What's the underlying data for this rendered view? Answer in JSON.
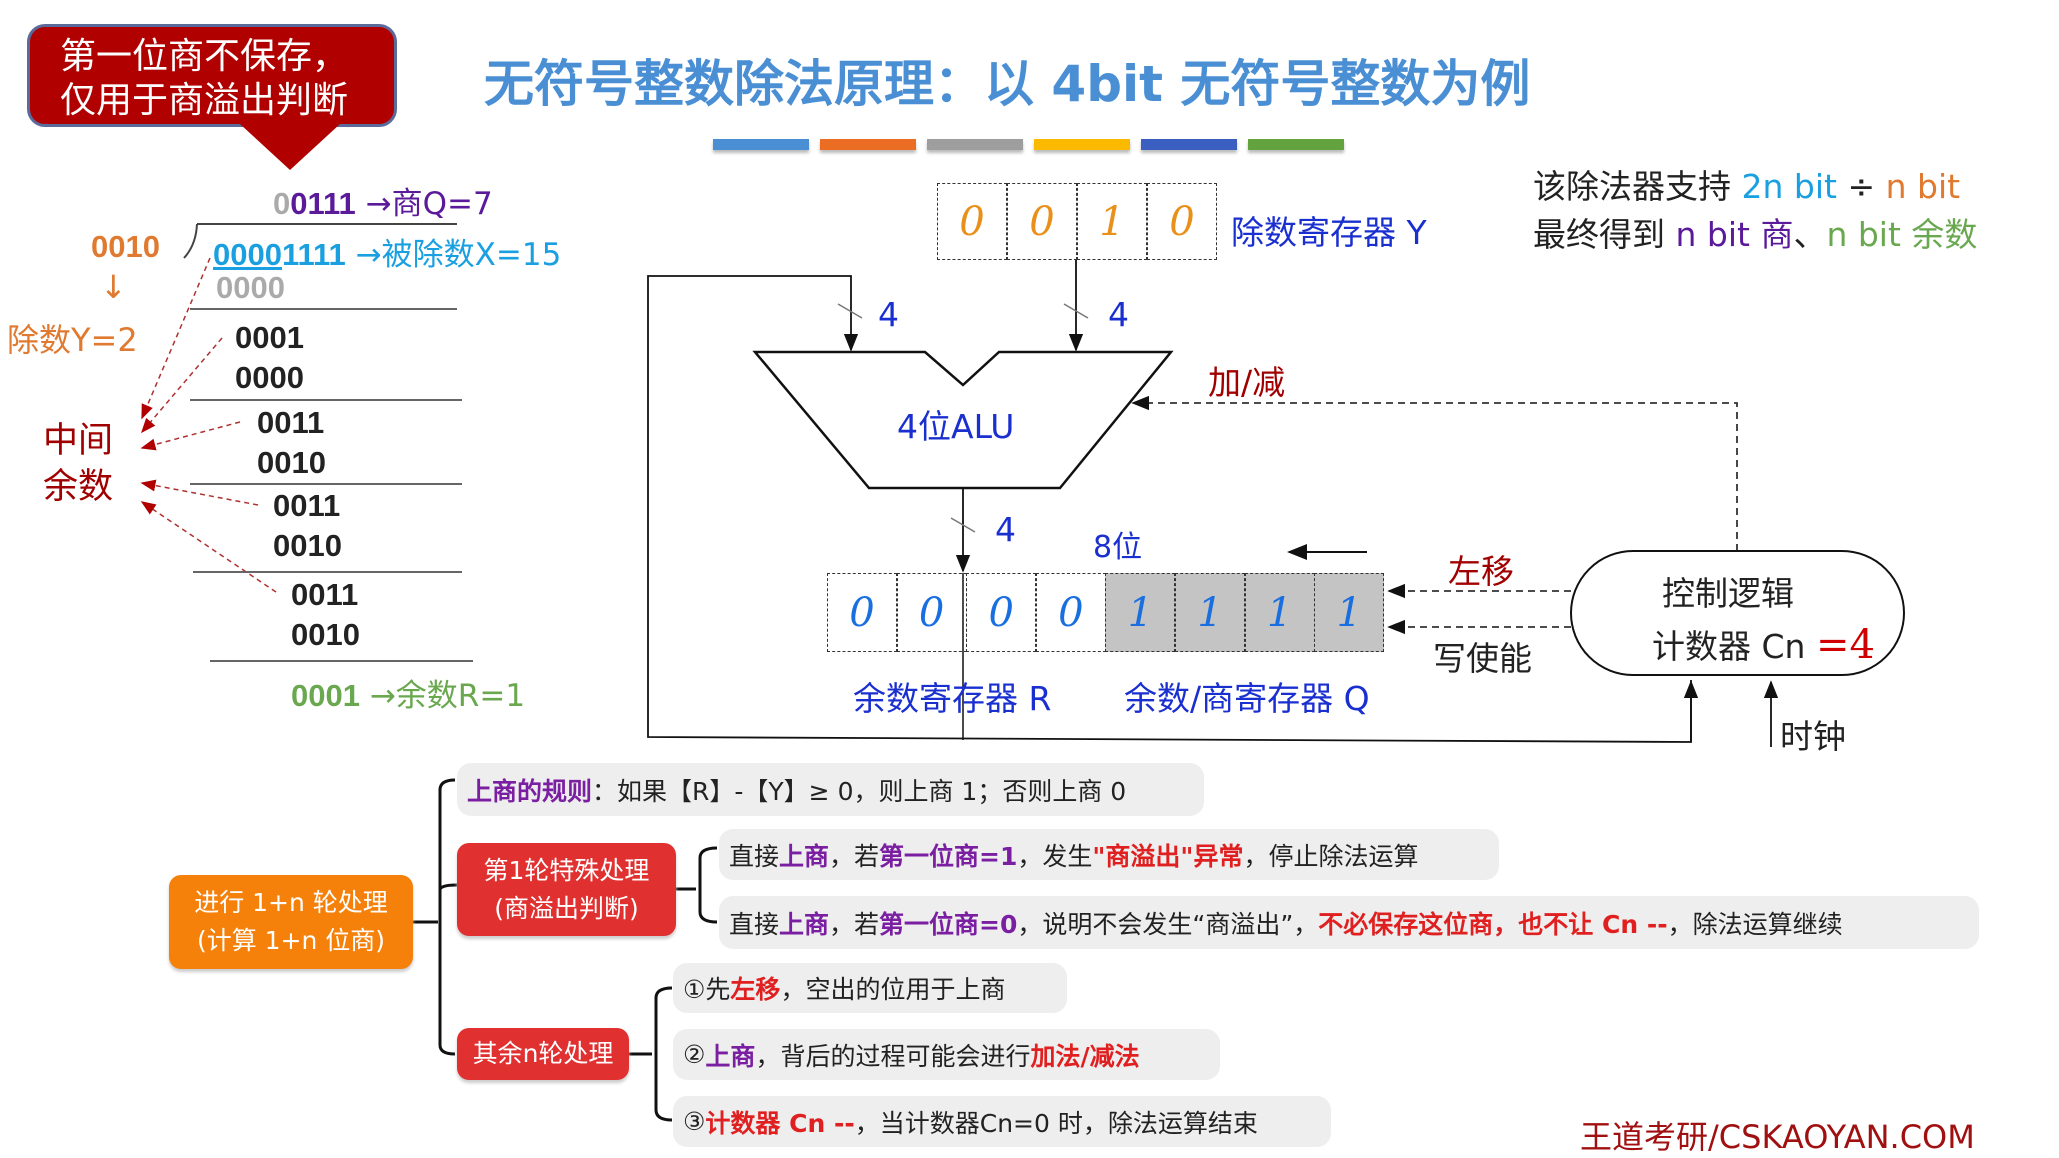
{
  "callout": {
    "line1": "第一位商不保存，",
    "line2": "仅用于商溢出判断"
  },
  "title": "无符号整数除法原理：以 4bit 无符号整数为例",
  "colors": {
    "title": "#4a8fd4",
    "bars": [
      "#4a8fd4",
      "#ea6d23",
      "#9e9e9e",
      "#fbb900",
      "#3a5fc0",
      "#62a33f"
    ],
    "divisor": "#e07a30",
    "dividend": "#1aa0e0",
    "quotient": "#5a1a9a",
    "remainder": "#6aa84f",
    "accent_red": "#e03030",
    "orange": "#f5800a"
  },
  "division": {
    "quotient_gray": "0",
    "quotient_bits": "0111",
    "quotient_label": "→商Q=7",
    "divisor_bits": "0010",
    "divisor_arrow": "↓",
    "divisor_label": "除数Y=2",
    "dividend_bits_u": "0000",
    "dividend_bits_rest": "1111",
    "dividend_label": "→被除数X=15",
    "steps": [
      "0000",
      "0001",
      "0000",
      "0011",
      "0010",
      "0011",
      "0010",
      "0011",
      "0010"
    ],
    "remainder_bits": "0001",
    "remainder_label": "→余数R=1",
    "middle_label1": "中间",
    "middle_label2": "余数"
  },
  "diagram": {
    "y_register": [
      "0",
      "0",
      "1",
      "0"
    ],
    "y_label": "除数寄存器 Y",
    "bus_width_left": "4",
    "bus_width_right": "4",
    "bus_width_out": "4",
    "alu_label": "4位ALU",
    "add_sub": "加/减",
    "bits8": "8位",
    "rq_register": [
      "0",
      "0",
      "0",
      "0",
      "1",
      "1",
      "1",
      "1"
    ],
    "r_label": "余数寄存器 R",
    "q_label": "余数/商寄存器 Q",
    "shift_left": "左移",
    "write_enable": "写使能",
    "control1": "控制逻辑",
    "control2": "计数器 Cn",
    "counter_value": "=4",
    "clock": "时钟"
  },
  "info": {
    "l1a": "该除法器支持 ",
    "l1b": "2n bit",
    "l1c": " ÷ ",
    "l1d": "n bit",
    "l2a": "最终得到 ",
    "l2b": "n bit 商",
    "l2c": "、",
    "l2d": "n bit 余数"
  },
  "mindmap": {
    "root1": "进行 1+n 轮处理",
    "root2": "(计算 1+n 位商)",
    "rule_a": "上商的规则",
    "rule_b": "：如果【R】-【Y】≥ 0，则上商 1；否则上商 0",
    "first1": "第1轮特殊处理",
    "first2": "(商溢出判断)",
    "f1": [
      "直接",
      "上商",
      "，若",
      "第一位商=1",
      "，发生",
      "\"商溢出\"异常",
      "，停止除法运算"
    ],
    "f2": [
      "直接",
      "上商",
      "，若",
      "第一位商=0",
      "，说明不会发生“商溢出”，",
      "不必保存这位商，也不让 Cn --",
      "，除法运算继续"
    ],
    "rest": "其余n轮处理",
    "r1": [
      "①先 ",
      "左移",
      "，空出的位用于上商"
    ],
    "r2": [
      "② ",
      "上商",
      "，背后的过程可能会进行 ",
      "加法/减法"
    ],
    "r3": [
      "③ ",
      "计数器 Cn --",
      "，当计数器Cn=0 时，除法运算结束"
    ]
  },
  "footer": "王道考研/CSKAOYAN.COM"
}
